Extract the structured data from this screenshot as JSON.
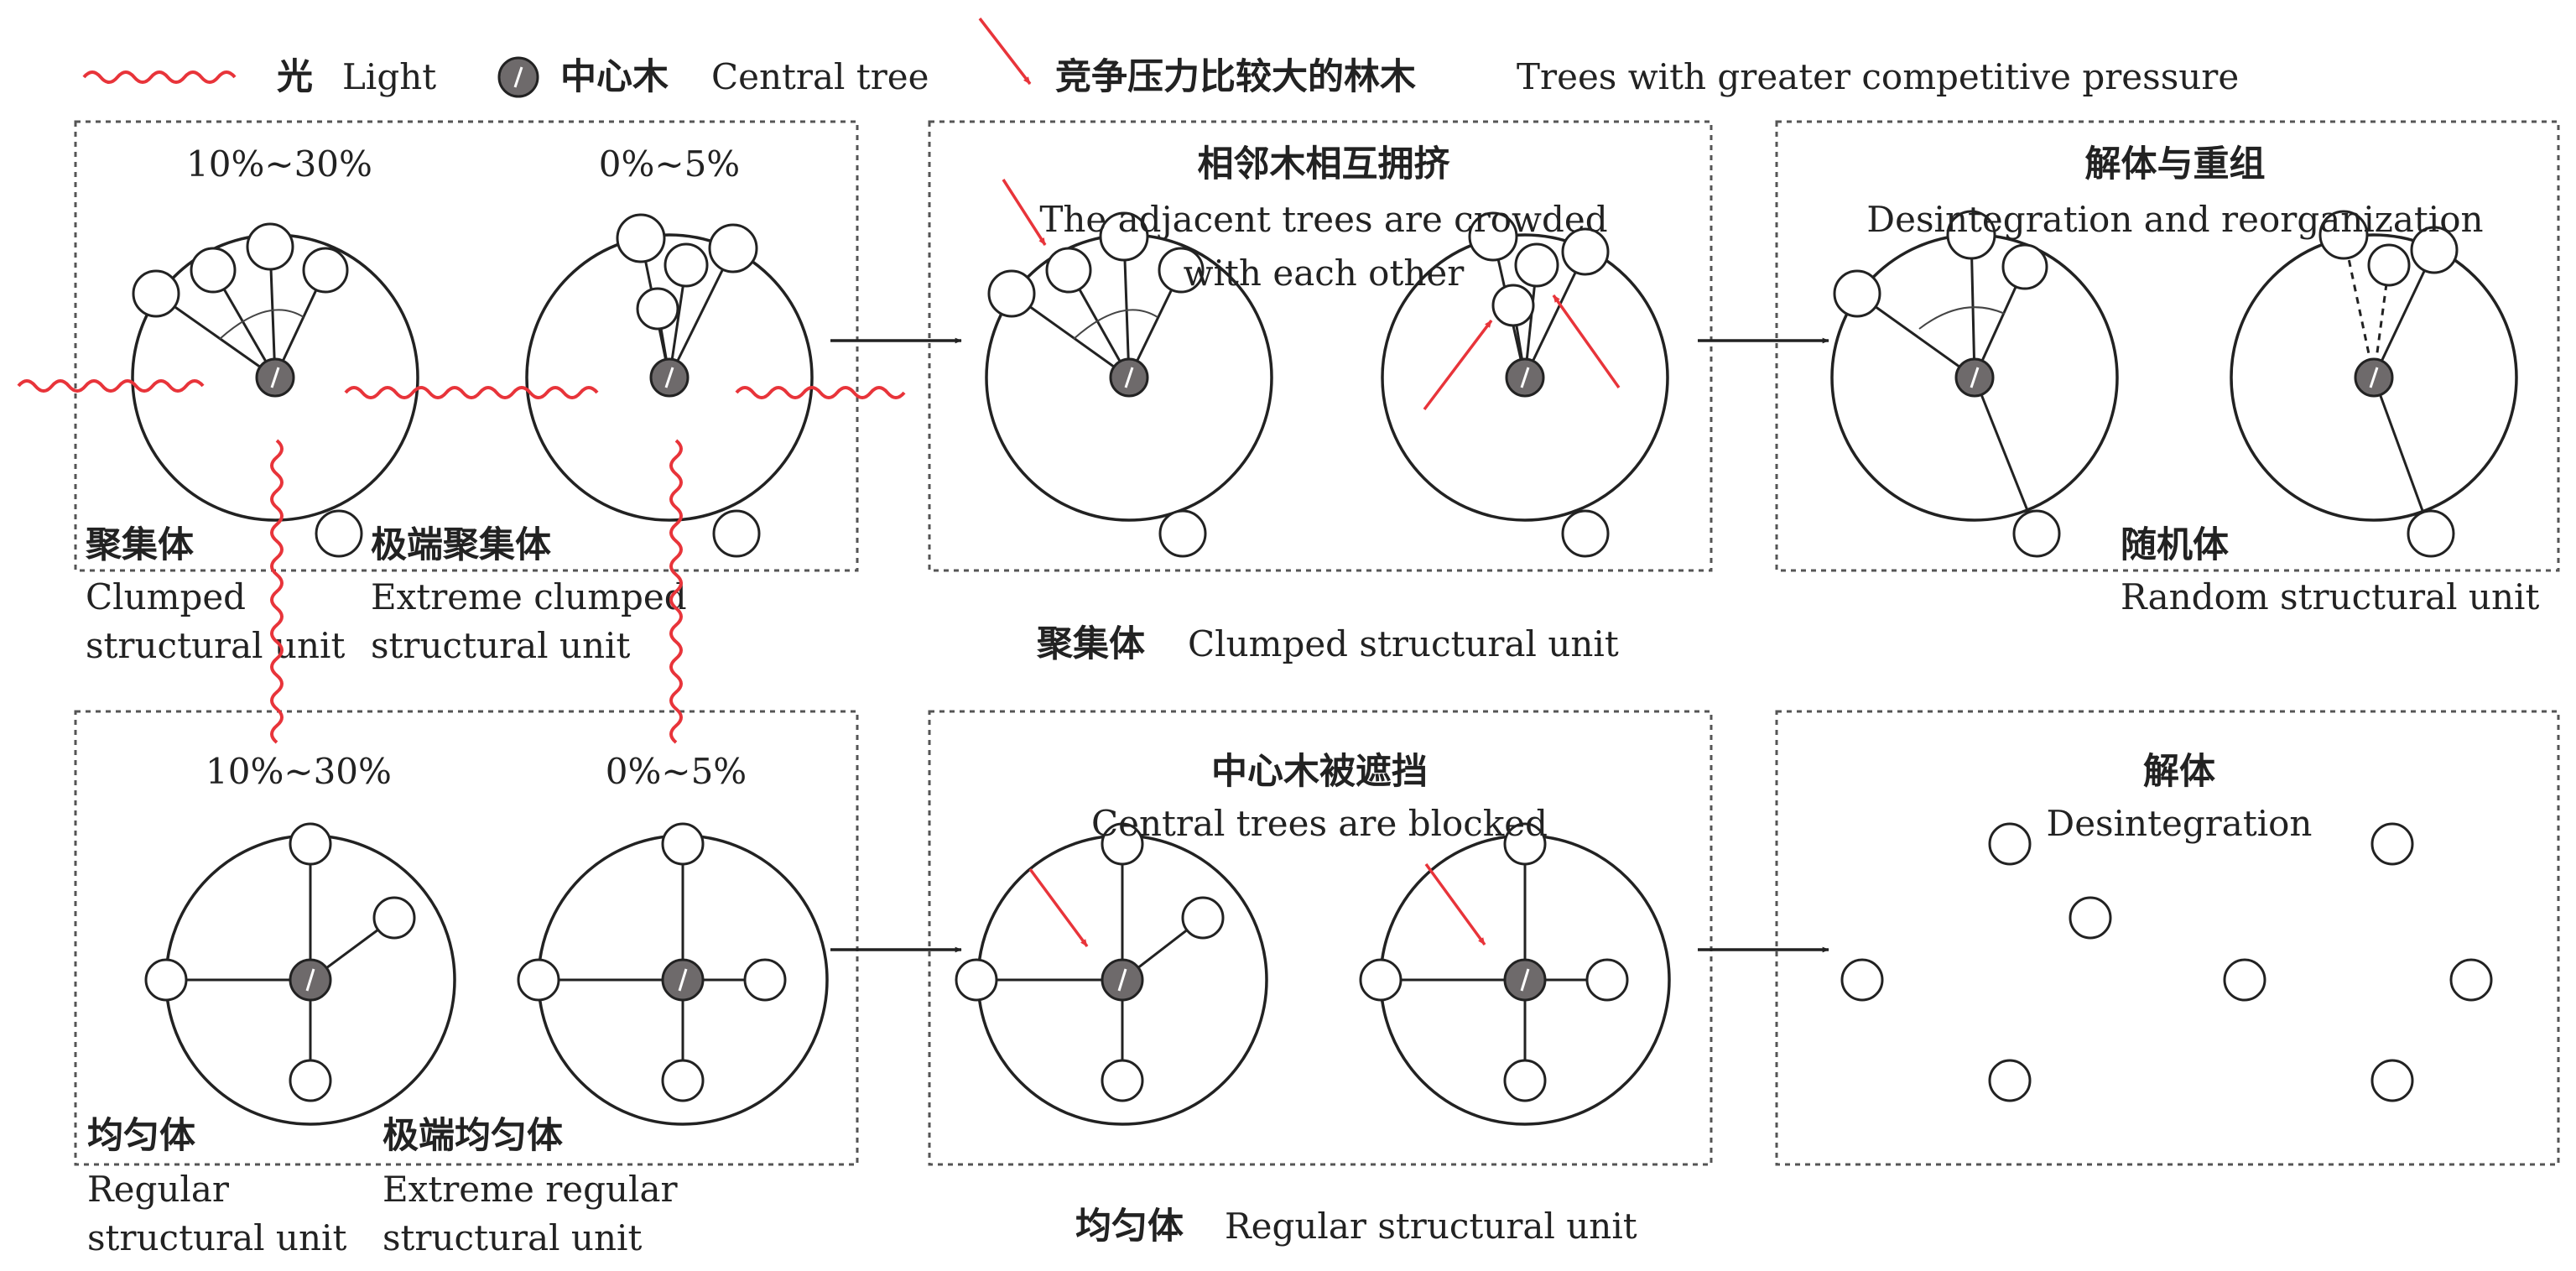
{
  "legend": {
    "light_zh": "光",
    "light_en": "Light",
    "central_zh": "中心木",
    "central_en": "Central tree",
    "pressure_zh": "竞争压力比较大的林木",
    "pressure_en": "Trees with greater competitive pressure"
  },
  "top_row": {
    "panel1": {
      "pct_left": "10%~30%",
      "pct_right": "0%~5%",
      "left_zh": "聚集体",
      "left_en_1": "Clumped",
      "left_en_2": "structural unit",
      "right_zh": "极端聚集体",
      "right_en_1": "Extreme clumped",
      "right_en_2": "structural unit"
    },
    "panel2": {
      "title_zh": "相邻木相互拥挤",
      "title_en_1": "The adjacent trees are crowded",
      "title_en_2": "with each other"
    },
    "panel3": {
      "title_zh": "解体与重组",
      "title_en": "Desintegration and reorganization",
      "label_zh": "随机体",
      "label_en": "Random structural unit"
    },
    "caption_zh": "聚集体",
    "caption_en": "Clumped structural unit"
  },
  "bottom_row": {
    "panel1": {
      "pct_left": "10%~30%",
      "pct_right": "0%~5%",
      "left_zh": "均匀体",
      "left_en_1": "Regular",
      "left_en_2": "structural unit",
      "right_zh": "极端均匀体",
      "right_en_1": "Extreme regular",
      "right_en_2": "structural unit"
    },
    "panel2": {
      "title_zh": "中心木被遮挡",
      "title_en": "Central trees are blocked"
    },
    "panel3": {
      "title_zh": "解体",
      "title_en": "Desintegration"
    },
    "caption_zh": "均匀体",
    "caption_en": "Regular structural unit"
  },
  "colors": {
    "light_wave": "#e8343a",
    "pressure_arrow": "#e8343a",
    "central_tree": "#6e6a6b",
    "outline": "#222222"
  }
}
